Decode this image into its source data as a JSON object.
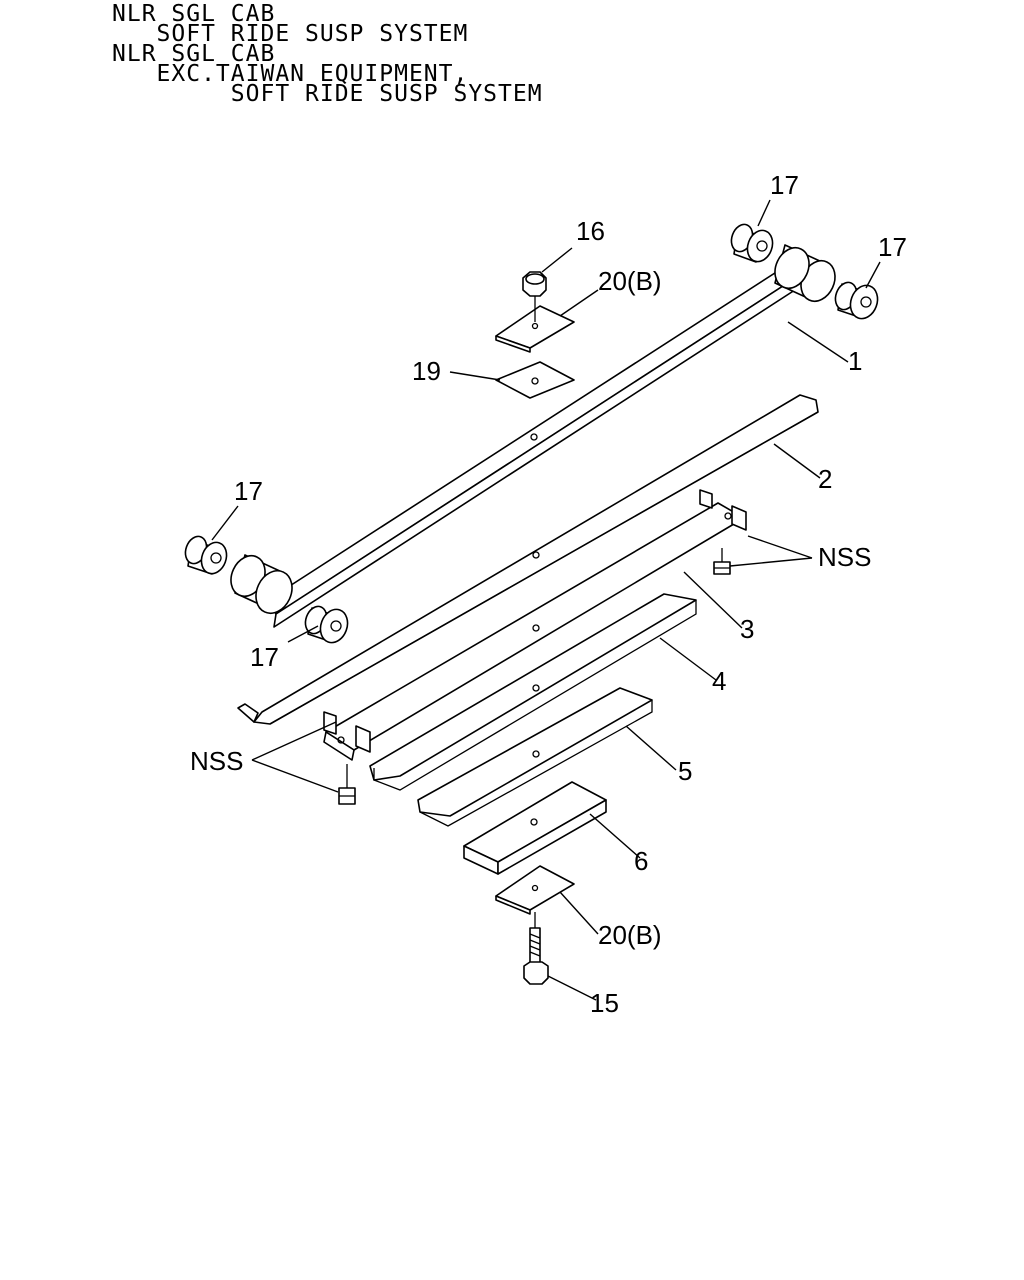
{
  "header": {
    "lines": [
      "NLR SGL CAB",
      "   SOFT RIDE SUSP SYSTEM",
      "NLR SGL CAB",
      "   EXC.TAIWAN EQUIPMENT,",
      "        SOFT RIDE SUSP SYSTEM"
    ]
  },
  "callouts": {
    "c1": "1",
    "c2": "2",
    "c3": "3",
    "c4": "4",
    "c5": "5",
    "c6": "6",
    "c15": "15",
    "c16": "16",
    "c17_top": "17",
    "c17_right": "17",
    "c17_left": "17",
    "c17_lower": "17",
    "c19": "19",
    "c20b_top": "20(B)",
    "c20b_bottom": "20(B)",
    "nss_right": "NSS",
    "nss_left": "NSS"
  }
}
